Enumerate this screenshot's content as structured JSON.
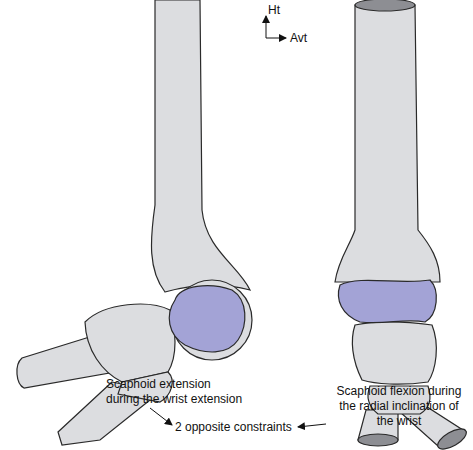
{
  "diagram": {
    "labels": [
      "Ht",
      "Avt",
      "Scaphoid extension during the wrist extension",
      "2 opposite constraints",
      "Scaphoid flexion during the radial inclination of the wrist"
    ]
  }
}
